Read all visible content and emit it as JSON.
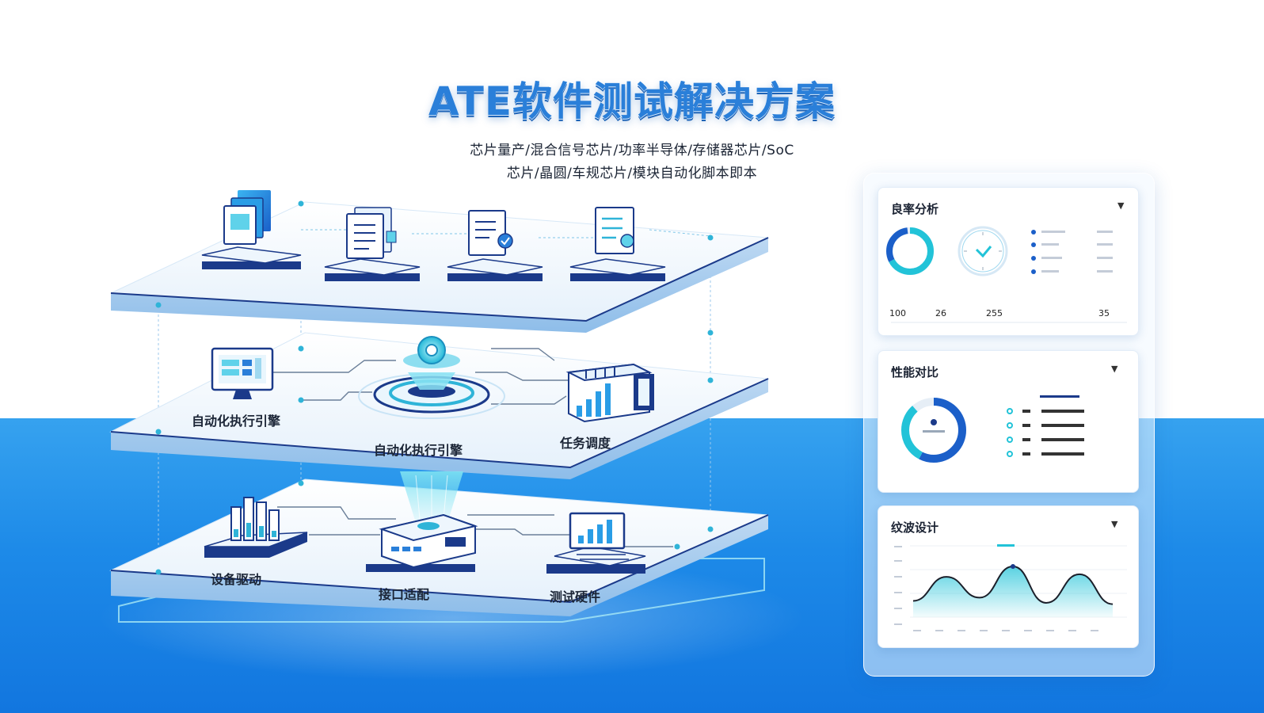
{
  "header": {
    "title": "ATE软件测试解决方案",
    "subtitle_line1": "芯片量产/混合信号芯片/功率半导体/存储器芯片/SoC",
    "subtitle_line2": "芯片/晶圆/车规芯片/模块自动化脚本即本"
  },
  "layers": {
    "middle": {
      "left_label": "自动化执行引擎",
      "center_label": "自动化执行引擎",
      "right_label": "任务调度"
    },
    "bottom": {
      "left_label": "设备驱动",
      "center_label": "接口适配",
      "right_label": "测试硬件"
    }
  },
  "panels": {
    "yield": {
      "title": "良率分析",
      "stats": [
        "100",
        "26",
        "255",
        "35"
      ]
    },
    "performance": {
      "title": "性能对比"
    },
    "waveform": {
      "title": "纹波设计"
    }
  },
  "colors": {
    "primary": "#1d8ae8",
    "accent_cyan": "#22c3d8",
    "dark_navy": "#1b3a8a",
    "title_blue": "#2a7fd9"
  },
  "chart_data": {
    "type": "area",
    "series": [
      {
        "values": [
          0.25,
          0.62,
          0.3,
          0.78,
          0.22,
          0.66,
          0.2
        ]
      }
    ]
  }
}
